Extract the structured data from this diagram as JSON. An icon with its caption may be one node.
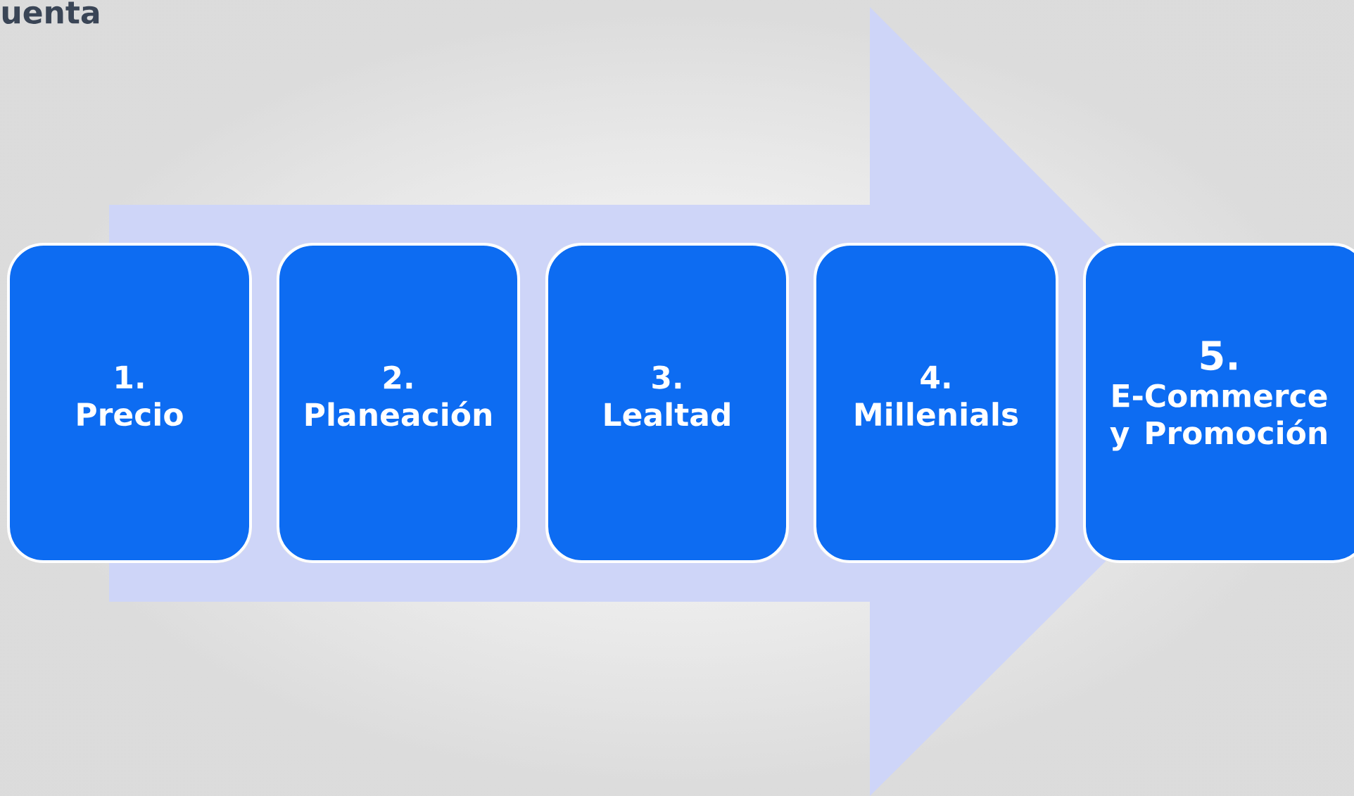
{
  "diagram": {
    "title": "uenta",
    "nodes": [
      {
        "text": [
          "1.",
          "Precio"
        ]
      },
      {
        "text": [
          "2.",
          "Planeación"
        ]
      },
      {
        "text": [
          "3.",
          "Lealtad"
        ]
      },
      {
        "text": [
          "4.",
          "Millenials"
        ]
      },
      {
        "text": [
          "5.",
          "E-Commerce y Promoción"
        ]
      }
    ],
    "edges": [
      {
        "from": 0,
        "to": 4,
        "arrow": "to"
      }
    ]
  }
}
